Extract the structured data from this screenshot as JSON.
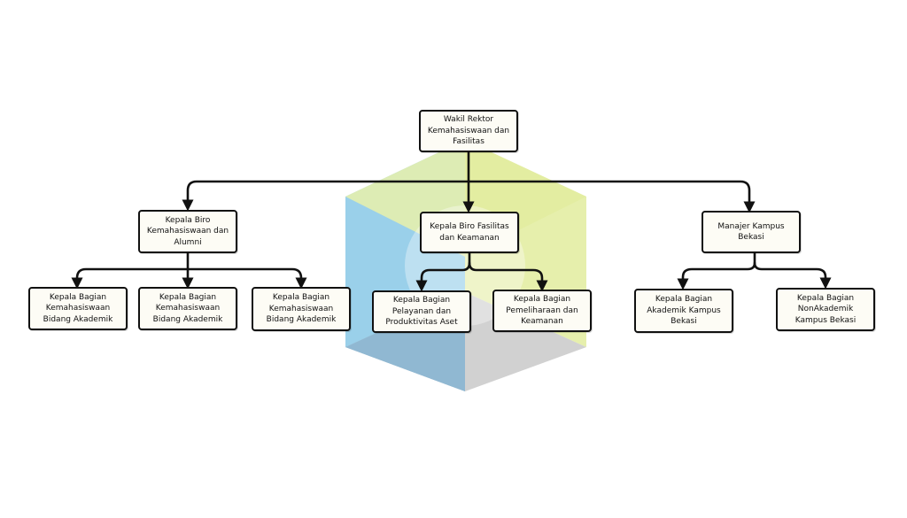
{
  "diagram": {
    "nodes": {
      "root": "Wakil Rektor\nKemahasiswaan dan\nFasilitas",
      "biro_kemahasiswaan": "Kepala Biro\nKemahasiswaan dan\nAlumni",
      "biro_fasilitas": "Kepala Biro Fasilitas\ndan Keamanan",
      "manajer_bekasi": "Manajer Kampus\nBekasi",
      "bagian_1": "Kepala Bagian\nKemahasiswaan\nBidang Akademik",
      "bagian_2": "Kepala Bagian\nKemahasiswaan\nBidang Akademik",
      "bagian_3": "Kepala Bagian\nKemahasiswaan\nBidang Akademik",
      "bagian_pelayanan": "Kepala Bagian\nPelayanan dan\nProduktivitas Aset",
      "bagian_pemeliharaan": "Kepala Bagian\nPemeliharaan dan\nKeamanan",
      "bagian_akademik_bekasi": "Kepala Bagian\nAkademik Kampus\nBekasi",
      "bagian_nonakademik_bekasi": "Kepala Bagian\nNonAkademik\nKampus Bekasi"
    },
    "colors": {
      "cube_left": "#8fcbe8",
      "cube_top": "#e4eeae",
      "cube_right": "#e2ec9e",
      "cube_bottom": "#c9c9c9",
      "node_fill": "#fdfcf5",
      "line": "#111111"
    }
  }
}
